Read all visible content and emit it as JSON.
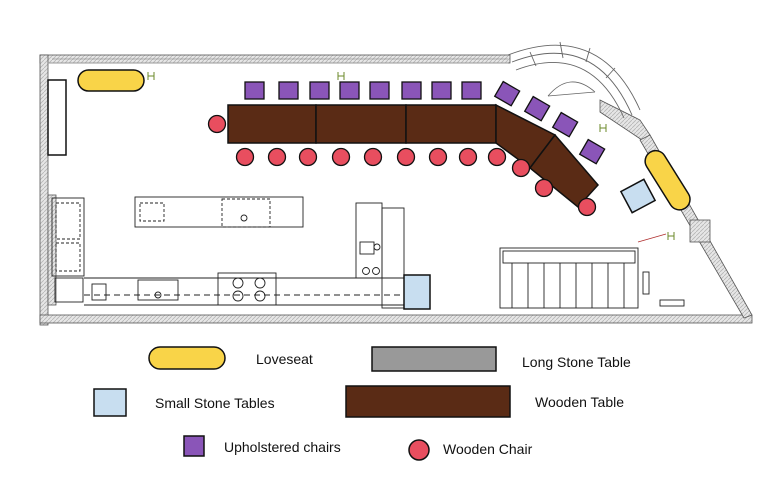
{
  "colors": {
    "loveseat": "#f9d448",
    "long_stone_table": "#999999",
    "small_stone_table": "#c8def0",
    "wooden_table": "#5a2b15",
    "upholstered_chair": "#8a55b8",
    "wooden_chair": "#e84e5f",
    "wall_hatch": "#d6d6d6",
    "line": "#222222"
  },
  "legend": {
    "loveseat": "Loveseat",
    "long_stone_table": "Long Stone Table",
    "small_stone_tables": "Small Stone Tables",
    "wooden_table": "Wooden Table",
    "upholstered_chairs": "Upholstered chairs",
    "wooden_chair": "Wooden Chair"
  }
}
